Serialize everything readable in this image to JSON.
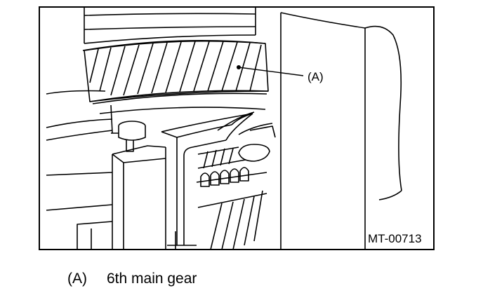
{
  "figure": {
    "callout_label": "(A)",
    "figure_code": "MT-00713"
  },
  "legend": {
    "items": [
      {
        "key": "(A)",
        "text": "6th main gear"
      }
    ]
  }
}
